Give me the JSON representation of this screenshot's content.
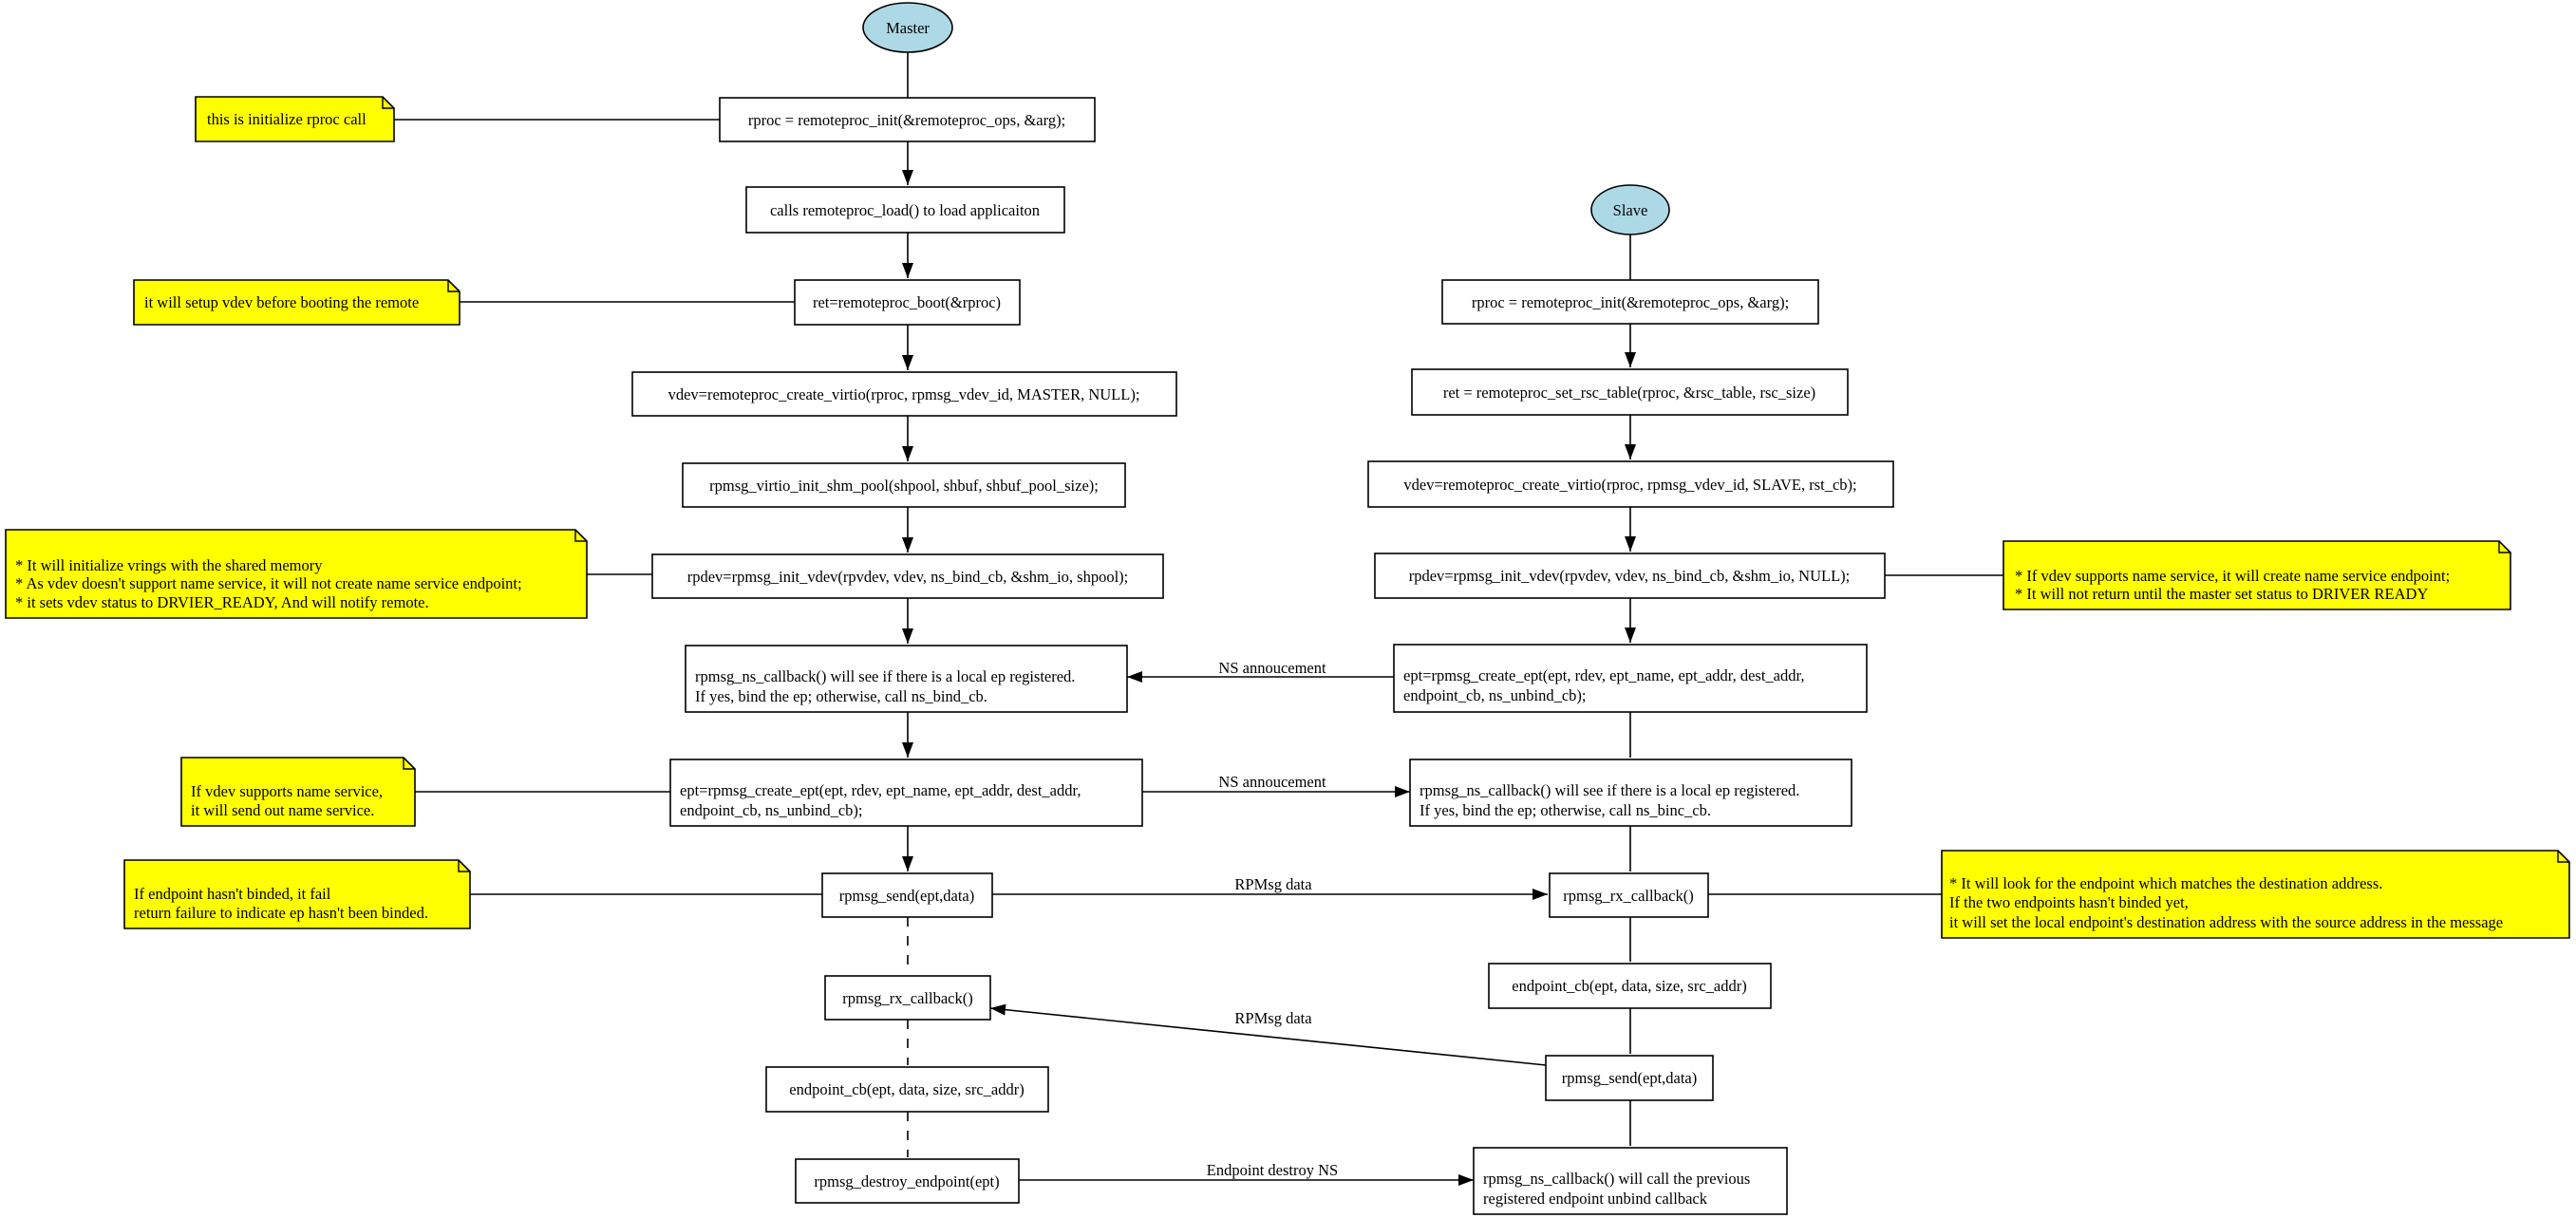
{
  "actors": {
    "master": "Master",
    "slave": "Slave"
  },
  "master_steps": {
    "init": "rproc = remoteproc_init(&remoteproc_ops, &arg);",
    "load": "calls remoteproc_load() to load applicaiton",
    "boot": "ret=remoteproc_boot(&rproc)",
    "create_virtio": "vdev=remoteproc_create_virtio(rproc, rpmsg_vdev_id, MASTER, NULL);",
    "shm_pool": "rpmsg_virtio_init_shm_pool(shpool, shbuf, shbuf_pool_size);",
    "init_vdev": "rpdev=rpmsg_init_vdev(rpvdev, vdev, ns_bind_cb, &shm_io, shpool);",
    "ns_callback": [
      "rpmsg_ns_callback() will see if there is a local ep registered.",
      "If yes, bind the ep; otherwise, call ns_bind_cb."
    ],
    "create_ept": [
      "ept=rpmsg_create_ept(ept, rdev, ept_name, ept_addr, dest_addr,",
      "endpoint_cb, ns_unbind_cb);"
    ],
    "send": "rpmsg_send(ept,data)",
    "rx_callback": "rpmsg_rx_callback()",
    "endpoint_cb": "endpoint_cb(ept, data, size, src_addr)",
    "destroy": "rpmsg_destroy_endpoint(ept)"
  },
  "slave_steps": {
    "init": "rproc = remoteproc_init(&remoteproc_ops, &arg);",
    "set_rsc": "ret = remoteproc_set_rsc_table(rproc, &rsc_table, rsc_size)",
    "create_virtio": "vdev=remoteproc_create_virtio(rproc, rpmsg_vdev_id, SLAVE, rst_cb);",
    "init_vdev": "rpdev=rpmsg_init_vdev(rpvdev, vdev, ns_bind_cb, &shm_io, NULL);",
    "create_ept": [
      "ept=rpmsg_create_ept(ept, rdev, ept_name, ept_addr, dest_addr,",
      "endpoint_cb, ns_unbind_cb);"
    ],
    "ns_callback": [
      "rpmsg_ns_callback() will see if there is a local ep registered.",
      "If yes, bind the ep; otherwise, call ns_binc_cb."
    ],
    "rx_callback": "rpmsg_rx_callback()",
    "endpoint_cb": "endpoint_cb(ept, data, size, src_addr)",
    "send": "rpmsg_send(ept,data)",
    "ns_unbind": [
      "rpmsg_ns_callback() will call the previous",
      "registered endpoint unbind callback"
    ]
  },
  "notes": {
    "init_rproc": [
      "this is initialize rproc call"
    ],
    "setup_vdev": [
      "it will setup vdev before booting the remote"
    ],
    "master_init_vdev": [
      "* It will initialize vrings with the shared memory",
      "* As vdev doesn't support name service, it will not create name service endpoint;",
      "* it sets vdev status to DRVIER_READY, And will notify remote."
    ],
    "slave_init_vdev": [
      "* If vdev supports name service, it will create name service endpoint;",
      "* It will not return until the master set status to DRIVER READY"
    ],
    "name_service": [
      "If vdev supports name service,",
      "it will send out name service."
    ],
    "send_fail": [
      "If endpoint hasn't binded, it fail",
      "return failure to indicate ep hasn't been binded."
    ],
    "rx_lookup": [
      "* It will look for the endpoint which matches the destination address.",
      "If the two endpoints hasn't binded yet,",
      "it will set the local endpoint's destination address with the source address in the message"
    ]
  },
  "edge_labels": {
    "ns_announce_1": "NS annoucement",
    "ns_announce_2": "NS annoucement",
    "rpmsg_data_1": "RPMsg data",
    "rpmsg_data_2": "RPMsg data",
    "endpoint_destroy": "Endpoint destroy NS"
  },
  "colors": {
    "actor_fill": "#add8e6",
    "note_fill": "#ffff00",
    "node_fill": "#ffffff",
    "line": "#000000"
  }
}
